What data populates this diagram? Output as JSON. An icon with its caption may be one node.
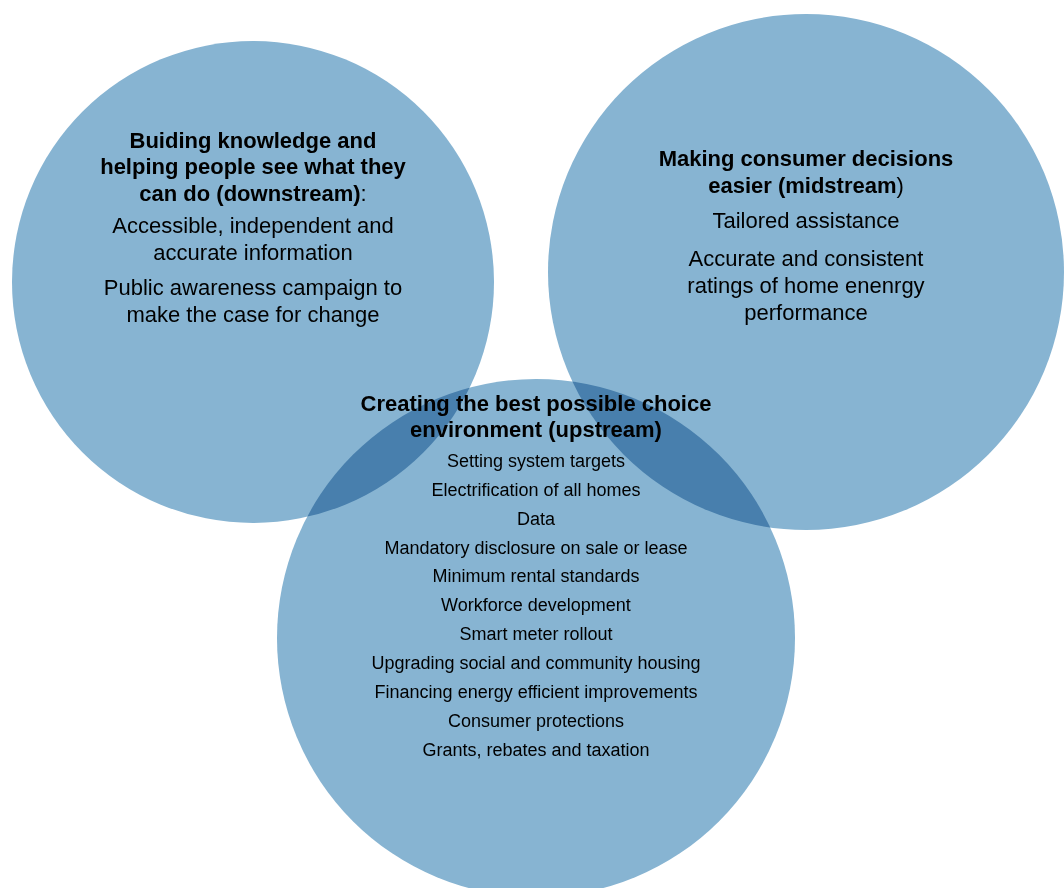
{
  "diagram": {
    "nodes": [
      {
        "text": [
          "**Buiding knowledge and helping people see what they can do (downstream)**:",
          "Accessible, independent and accurate information",
          "Public awareness campaign to make the case for change"
        ]
      },
      {
        "text": [
          "**Making consumer decisions easier (midstream**)",
          "Tailored assistance",
          "Accurate and consistent ratings of home enenrgy performance"
        ]
      },
      {
        "text": [
          "Creating the best possible choice environment (upstream)",
          "Setting system targets",
          "Electrification  of all homes",
          "Data",
          "Mandatory disclosure on sale or lease",
          "Minimum rental standards",
          "Workforce development",
          "Smart meter rollout",
          "Upgrading social and community housing",
          "Financing energy efficient improvements",
          "Consumer protections",
          "Grants, rebates and taxation"
        ]
      }
    ],
    "edges": []
  }
}
